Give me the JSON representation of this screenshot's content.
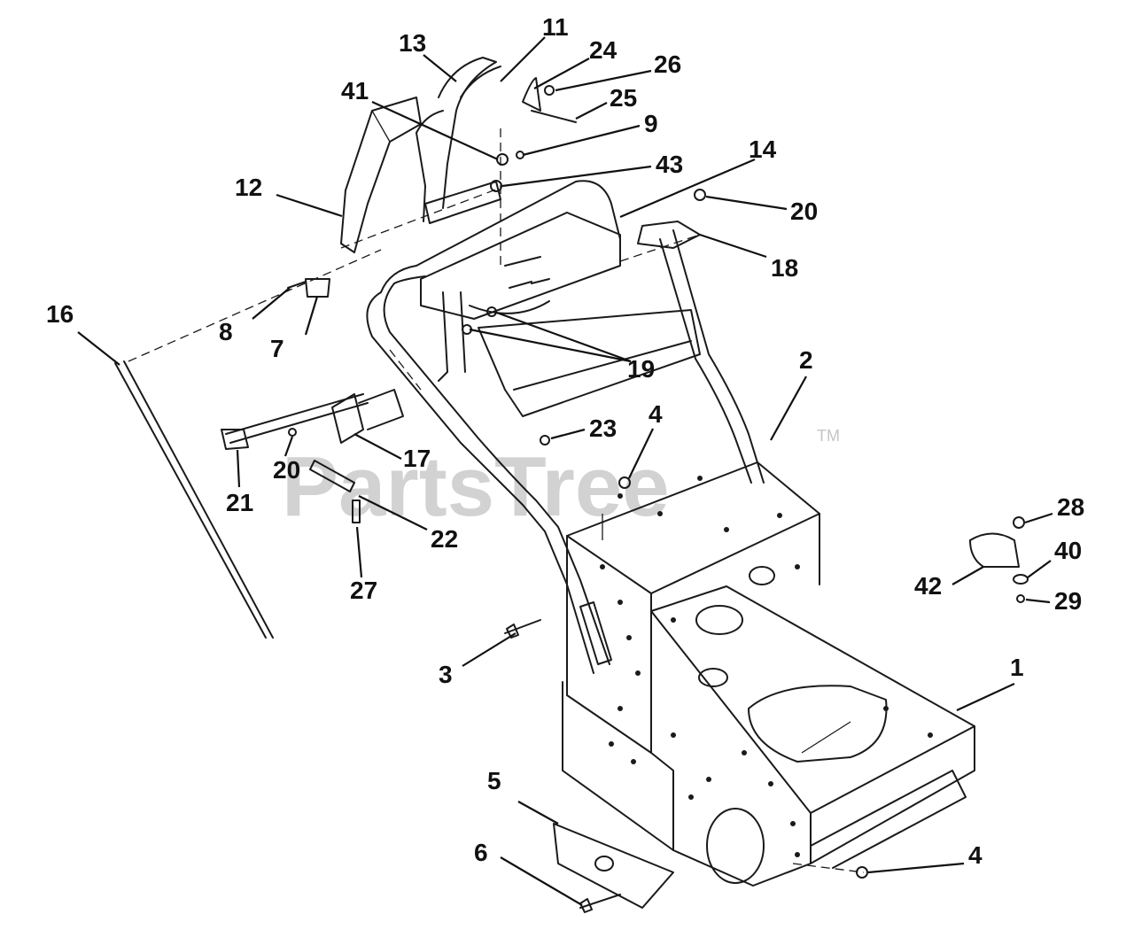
{
  "watermark": {
    "text": "PartsTree",
    "tm": "TM"
  },
  "callouts": [
    "1",
    "2",
    "3",
    "4",
    "4",
    "5",
    "6",
    "7",
    "8",
    "9",
    "11",
    "12",
    "13",
    "14",
    "16",
    "17",
    "18",
    "19",
    "20",
    "20",
    "21",
    "22",
    "23",
    "24",
    "25",
    "26",
    "27",
    "28",
    "29",
    "40",
    "41",
    "42",
    "43"
  ]
}
